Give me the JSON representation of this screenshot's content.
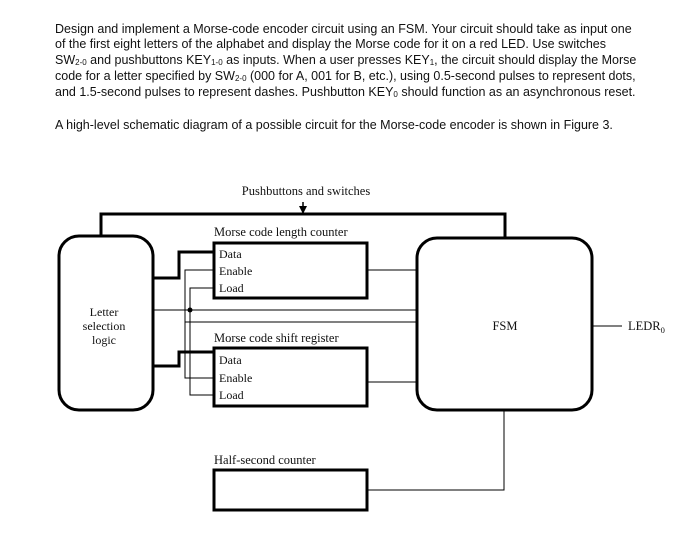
{
  "paragraph1": {
    "l1": "Design and implement a Morse-code encoder circuit using an FSM. Your circuit should take as input one",
    "l2": "of the first eight letters of the alphabet and display the Morse code for it on a red LED. Use switches",
    "l3_sw": "SW",
    "l3_sw_sub": "2-0",
    "l3_mid": " and pushbuttons KEY",
    "l3_key_sub": "1-0",
    "l3_end": " as inputs. When a user presses KEY",
    "l3_key1_sub": "1",
    "l3_tail": ", the circuit should display the Morse",
    "l4_a": "code for a letter specified by SW",
    "l4_sub": "2-0",
    "l4_b": " (000 for A, 001 for B, etc.), using 0.5-second pulses to represent dots,",
    "l5_a": "and 1.5-second pulses to represent dashes. Pushbutton KEY",
    "l5_sub": "0",
    "l5_b": " should function as an asynchronous reset."
  },
  "paragraph2": "A high-level schematic diagram of a possible circuit for the Morse-code encoder is shown in Figure 3.",
  "diagram": {
    "top_input_label": "Pushbuttons and switches",
    "letter_logic": {
      "line1": "Letter",
      "line2": "selection",
      "line3": "logic"
    },
    "length_counter": {
      "title": "Morse code length counter",
      "ports": [
        "Data",
        "Enable",
        "Load"
      ]
    },
    "shift_register": {
      "title": "Morse code shift register",
      "ports": [
        "Data",
        "Enable",
        "Load"
      ]
    },
    "half_second_counter": {
      "title": "Half-second counter"
    },
    "fsm_label": "FSM",
    "output_label": "LEDR",
    "output_sub": "0"
  }
}
